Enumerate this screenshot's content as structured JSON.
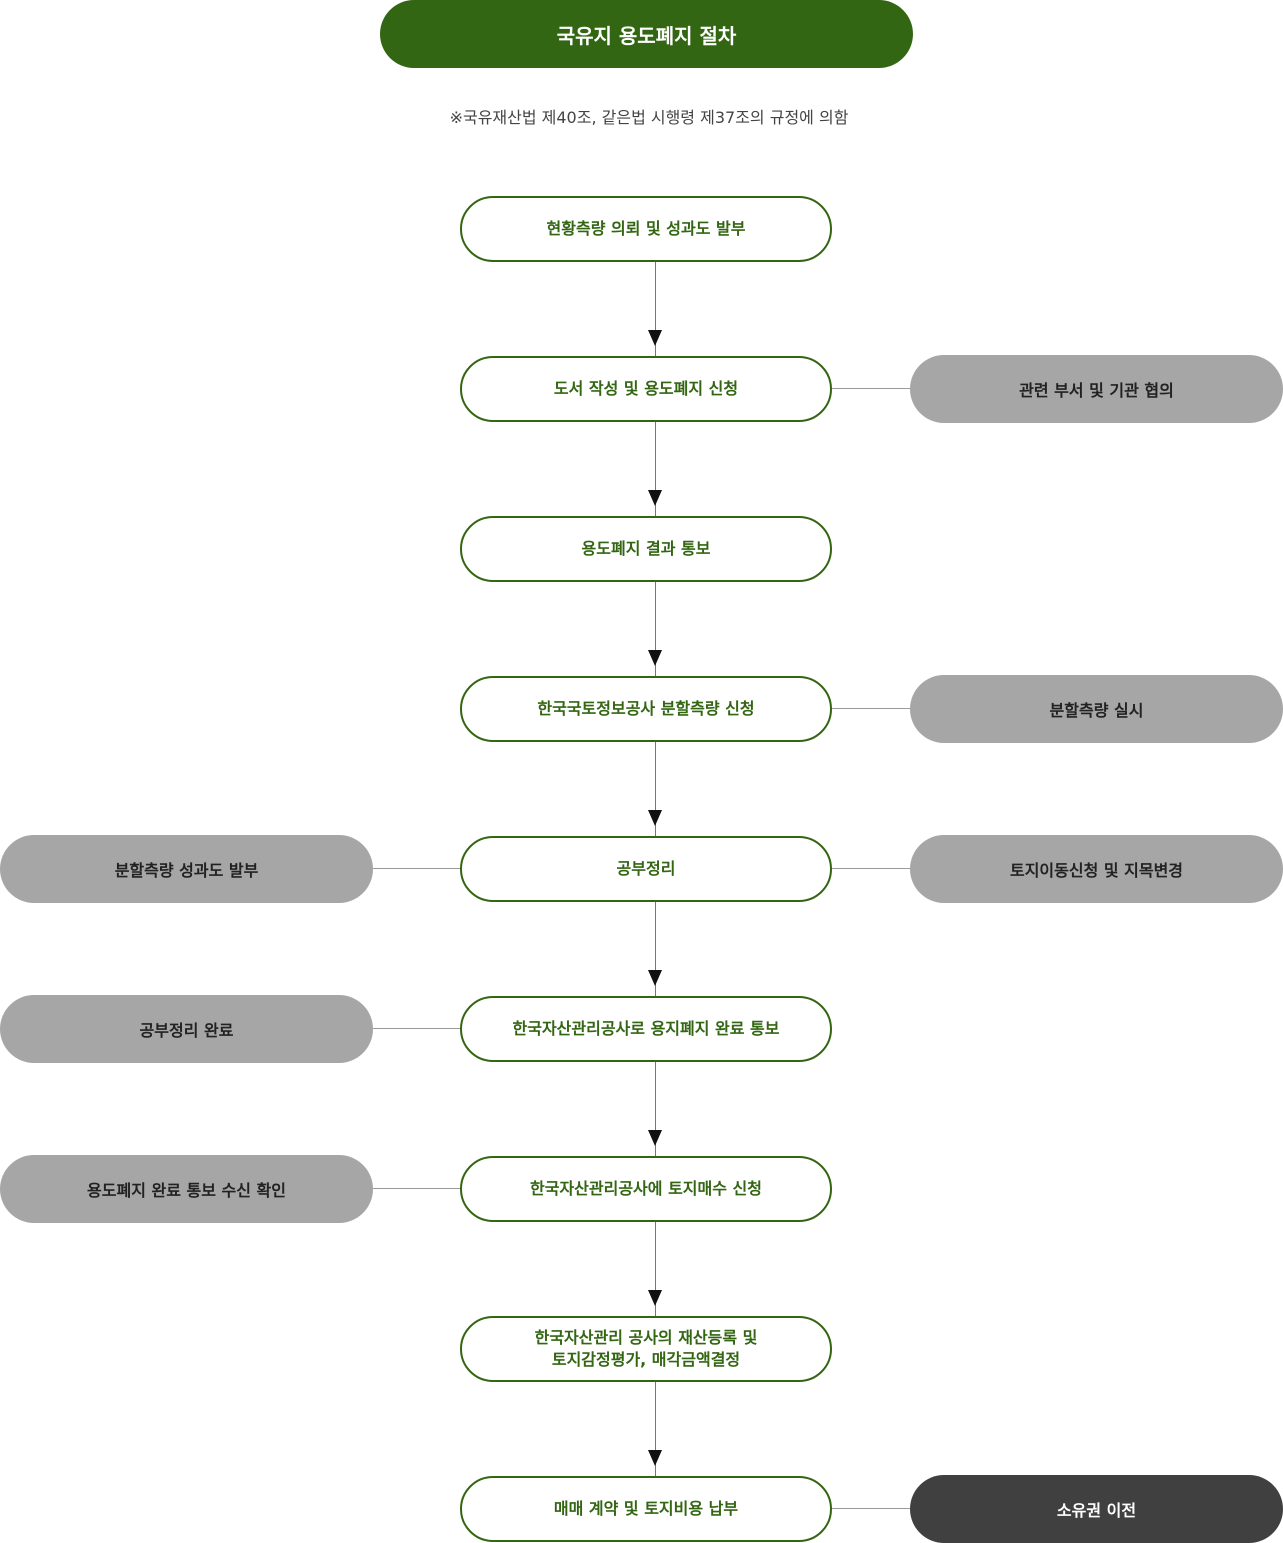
{
  "title": "국유지 용도폐지 절차",
  "note": "※국유재산법 제40조, 같은법 시행령 제37조의 규정에 의함",
  "steps": [
    {
      "label": "현황측량 의뢰 및 성과도 발부"
    },
    {
      "label": "도서 작성 및 용도폐지 신청"
    },
    {
      "label": "용도폐지 결과 통보"
    },
    {
      "label": "한국국토정보공사 분할측량 신청"
    },
    {
      "label": "공부정리"
    },
    {
      "label": "한국자산관리공사로 용지폐지 완료 통보"
    },
    {
      "label": "한국자산관리공사에 토지매수 신청"
    },
    {
      "label": "한국자산관리 공사의 재산등록 및\n토지감정평가, 매각금액결정"
    },
    {
      "label": "매매 계약 및 토지비용 납부"
    }
  ],
  "side_notes": {
    "agency_consultation": "관련 부서 및 기관 협의",
    "subdivision_survey": "분할측량 실시",
    "subdivision_result": "분할측량 성과도 발부",
    "land_transfer": "토지이동신청 및 지목변경",
    "registry_done": "공부정리 완료",
    "abolition_received": "용도폐지 완료 통보 수신 확인",
    "ownership_transfer": "소유권 이전"
  },
  "colors": {
    "green": "#336612",
    "gray_box": "#a6a6a6",
    "dark_box": "#404040"
  }
}
